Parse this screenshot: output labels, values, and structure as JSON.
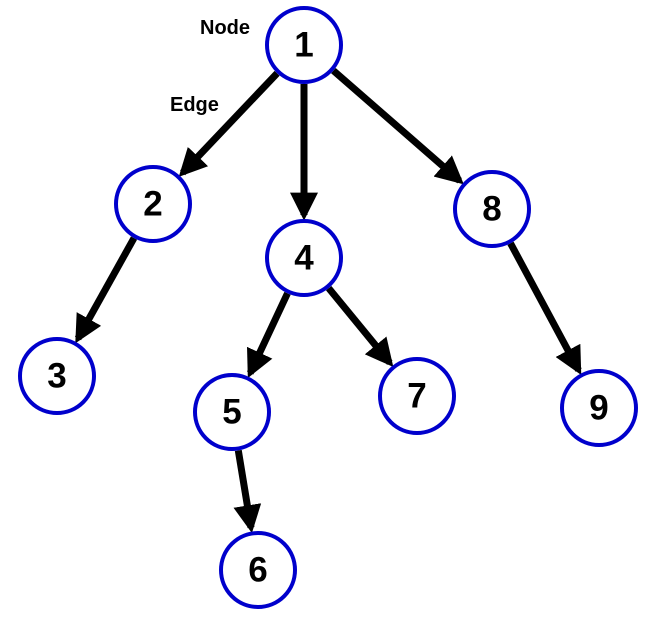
{
  "annotations": {
    "node_label": "Node",
    "edge_label": "Edge"
  },
  "colors": {
    "node_stroke": "#0000CC",
    "node_fill": "#FFFFFF",
    "edge": "#000000",
    "text": "#000000"
  },
  "nodes": [
    {
      "id": "1",
      "label": "1"
    },
    {
      "id": "2",
      "label": "2"
    },
    {
      "id": "3",
      "label": "3"
    },
    {
      "id": "4",
      "label": "4"
    },
    {
      "id": "5",
      "label": "5"
    },
    {
      "id": "6",
      "label": "6"
    },
    {
      "id": "7",
      "label": "7"
    },
    {
      "id": "8",
      "label": "8"
    },
    {
      "id": "9",
      "label": "9"
    }
  ],
  "edges": [
    {
      "from": "1",
      "to": "2"
    },
    {
      "from": "1",
      "to": "4"
    },
    {
      "from": "1",
      "to": "8"
    },
    {
      "from": "2",
      "to": "3"
    },
    {
      "from": "4",
      "to": "5"
    },
    {
      "from": "4",
      "to": "7"
    },
    {
      "from": "5",
      "to": "6"
    },
    {
      "from": "8",
      "to": "9"
    }
  ]
}
